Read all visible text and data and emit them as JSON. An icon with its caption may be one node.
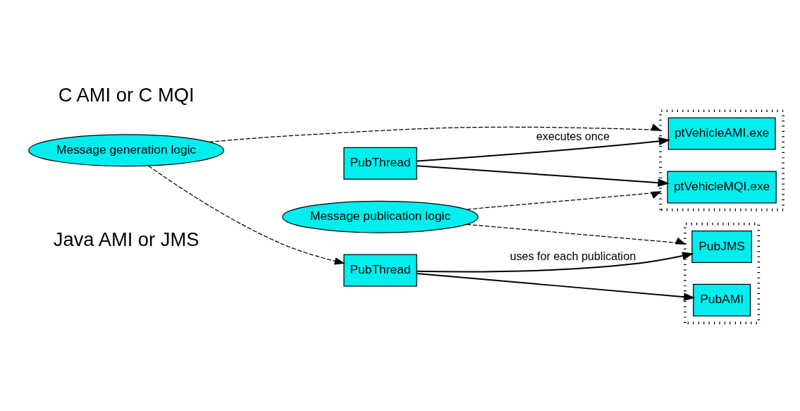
{
  "diagram": {
    "nodes": [
      {
        "text": [
          "PubThread"
        ]
      },
      {
        "text": [],
        "shape": "box"
      },
      {
        "text": [
          "ptVehicleAMI.exe"
        ],
        "in": 1
      },
      {
        "text": [
          "ptVehicleMQI.exe"
        ],
        "in": 1
      },
      {
        "text": [
          "Message generation logic"
        ]
      },
      {
        "text": [
          "Message publication logic"
        ]
      },
      {
        "text": [
          "PubThread"
        ]
      },
      {
        "text": [],
        "shape": "box"
      },
      {
        "text": [
          "PubJMS"
        ],
        "in": 7
      },
      {
        "text": [
          "PubAMI"
        ],
        "in": 7
      }
    ],
    "edges": [
      {
        "from": 0,
        "to": 2,
        "arrow": "to",
        "label": "executes once"
      },
      {
        "from": 0,
        "to": 3,
        "arrow": "to"
      },
      {
        "from": 4,
        "to": 1,
        "arrow": "to",
        "style": "dashed"
      },
      {
        "from": 5,
        "to": 1,
        "arrow": "to",
        "style": "dashed"
      },
      {
        "from": 4,
        "to": 6,
        "arrow": "to",
        "style": "dashed"
      },
      {
        "from": 6,
        "to": 8,
        "arrow": "to",
        "label": "uses for each publication"
      },
      {
        "from": 6,
        "to": 9,
        "arrow": "to"
      },
      {
        "from": 5,
        "to": 7,
        "arrow": "to",
        "style": "dashed"
      }
    ],
    "labels": [
      "C AMI or C MQI",
      "Java AMI or JMS"
    ]
  }
}
